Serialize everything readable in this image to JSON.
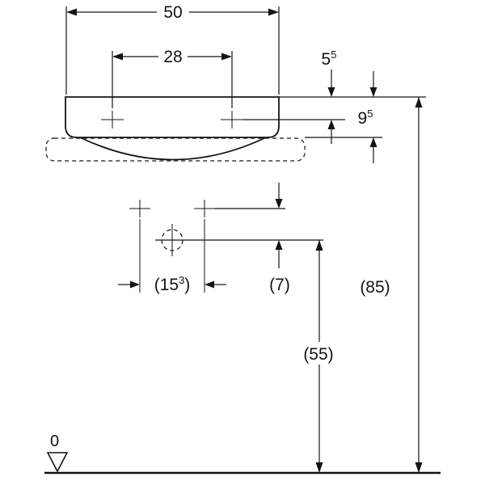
{
  "drawing": {
    "type": "technical-dimension-drawing",
    "subject": "washbasin front elevation with fixing holes, outlet and installation heights",
    "units": "cm",
    "line_color": "#141414",
    "background_color": "#ffffff",
    "labels": {
      "overall_width": "50",
      "hole_spacing": "28",
      "rim_to_holes_base": "5",
      "rim_to_holes_sup": "5",
      "body_height_base": "9",
      "body_height_sup": "5",
      "lower_spacing_open": "(15",
      "lower_spacing_sup": "3",
      "lower_spacing_close": ")",
      "hole_to_outlet": "(7)",
      "outlet_height": "(55)",
      "rim_height": "(85)",
      "datum_zero": "0"
    }
  }
}
